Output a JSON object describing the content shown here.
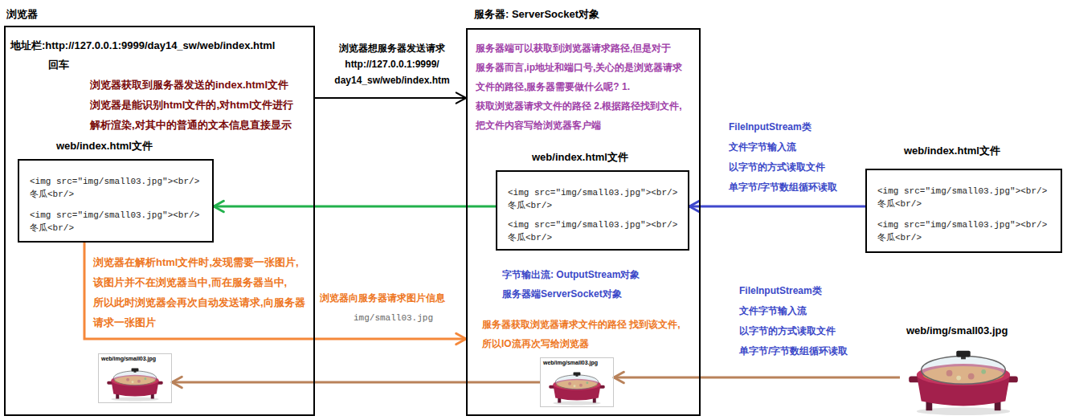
{
  "diagram": {
    "nodes": [
      {
        "text": [
          "浏览器",
          "地址栏:http://127.0.0.1:9999/day14_sw/web/index.html",
          "回车",
          "浏览器获取到服务器发送的index.html文件 浏览器是能识别html文件的,对html文件进行 解析渲染,对其中的普通的文本信息直接显示",
          "浏览器在解析html文件时,发现需要一张图片, 该图片并不在浏览器当中,而在服务器当中, 所以此时浏览器会再次自动发送请求,向服务器 请求一张图片"
        ]
      },
      {
        "text": [
          "web/index.html文件",
          "<img src=\"img/small03.jpg\"><br/> 冬瓜<br/>",
          "<img src=\"img/small03.jpg\"><br/> 冬瓜<br/>"
        ],
        "in": 0
      },
      {
        "text": [
          "web/img/small03.jpg"
        ],
        "in": 0
      },
      {
        "text": [
          "服务器: ServerSocket对象",
          "服务器端可以获取到浏览器请求路径,但是对于 服务器而言,ip地址和端口号,关心的是浏览器请求 文件的路径,服务器需要做什么呢? 1.获取浏览器请求文件的路径 2.根据路径找到文件,把文件内容写给浏览器客户端",
          "字节输出流: OutputStream对象 服务器端ServerSocket对象",
          "服务器获取浏览器请求文件的路径 找到该文件,所以IO流再次写给浏览器"
        ]
      },
      {
        "text": [
          "web/index.html文件",
          "<img src=\"img/small03.jpg\"><br/> 冬瓜<br/>",
          "<img src=\"img/small03.jpg\"><br/> 冬瓜<br/>"
        ],
        "in": 3
      },
      {
        "text": [
          "web/img/small03.jpg"
        ],
        "in": 3
      },
      {
        "text": [
          "web/index.html文件",
          "<img src=\"img/small03.jpg\"><br/> 冬瓜<br/>",
          "<img src=\"img/small03.jpg\"><br/> 冬瓜<br/>"
        ]
      },
      {
        "text": [
          "web/img/small03.jpg"
        ]
      }
    ],
    "edges": [
      {
        "from": 0,
        "to": 3,
        "label": "浏览器想服务器发送请求 http://127.0.0.1:9999/ day14_sw/web/index.htm",
        "arrow": "to"
      },
      {
        "from": 4,
        "to": 1,
        "arrow": "to"
      },
      {
        "from": 1,
        "to": 3,
        "label": "浏览器向服务器请求图片信息",
        "arrow": "to"
      },
      {
        "from": 5,
        "to": 2,
        "arrow": "to"
      },
      {
        "from": 6,
        "to": 4,
        "arrow": "to"
      },
      {
        "from": 7,
        "to": 5,
        "arrow": "to"
      }
    ],
    "labels": [
      "img/small03.jpg",
      "FileInputStream类 文件字节输入流 以字节的方式读取文件 单字节/字节数组循环读取",
      "FileInputStream类 文件字节输入流 以字节的方式读取文件 单字节/字节数组循环读取"
    ]
  }
}
